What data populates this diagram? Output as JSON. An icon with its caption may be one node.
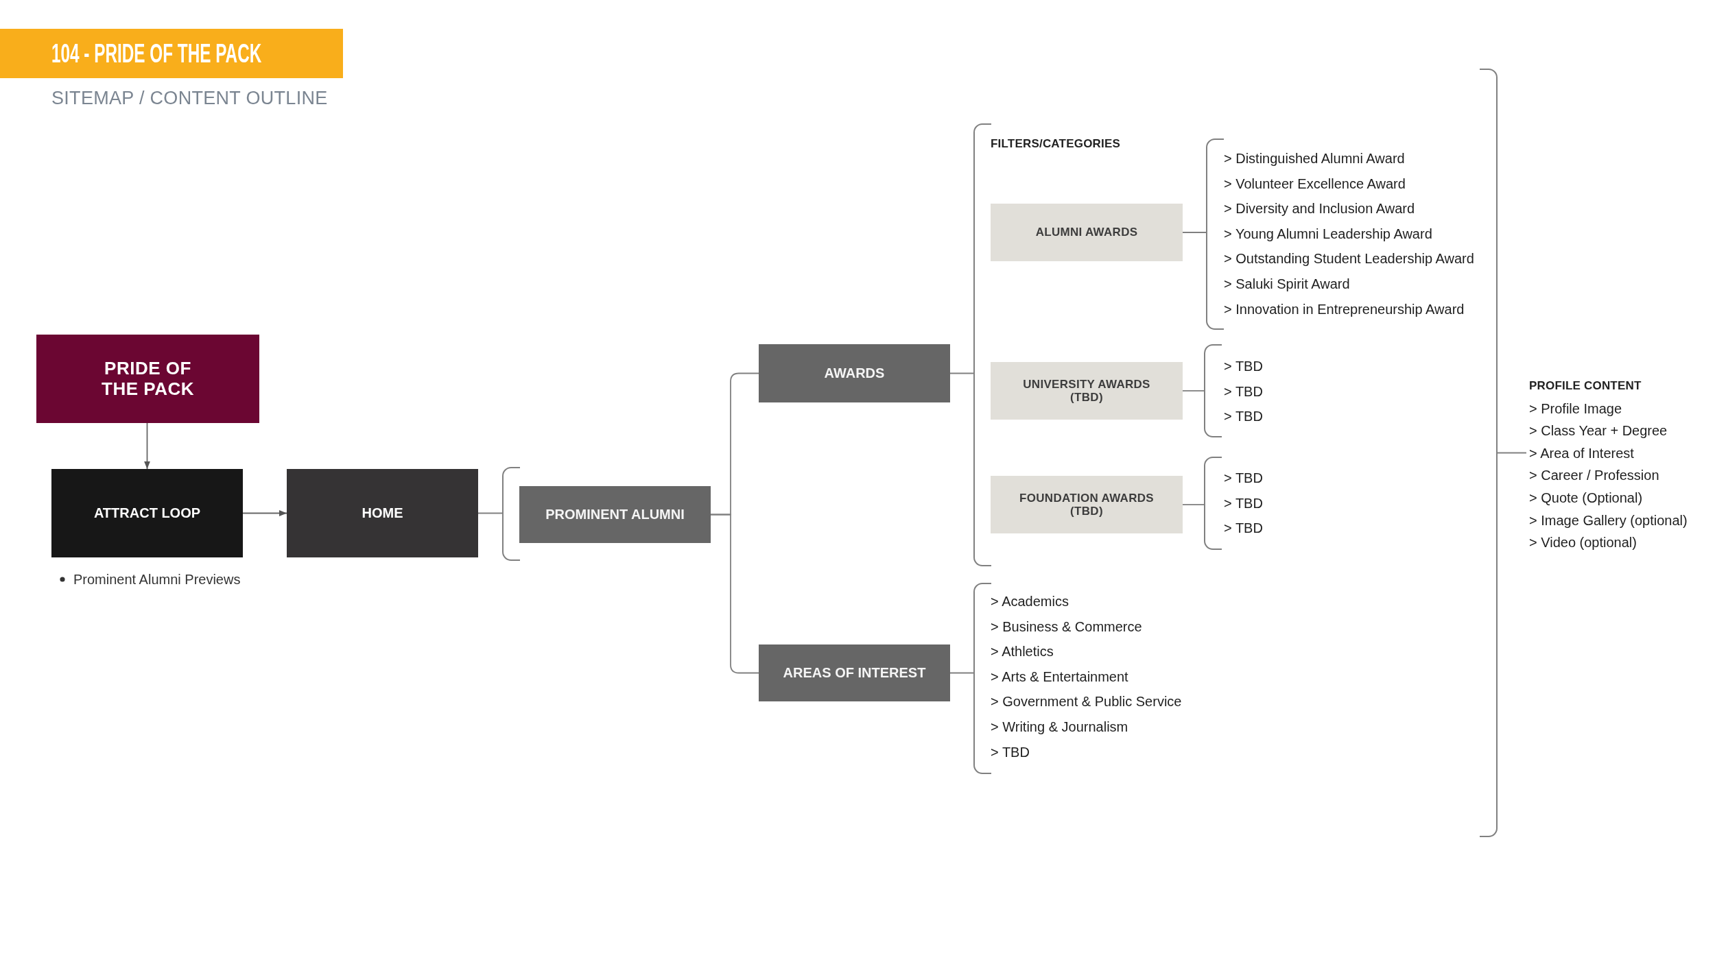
{
  "diagram": {
    "title": "104 - PRIDE OF THE PACK",
    "nodes": [
      {
        "text": [
          "PRIDE OF THE PACK"
        ]
      },
      {
        "text": [
          "ATTRACT LOOP"
        ],
        "beside": [
          "Prominent Alumni Previews"
        ]
      },
      {
        "text": [
          "HOME"
        ]
      },
      {
        "text": [],
        "shape": "bracket"
      },
      {
        "text": [
          "PROMINENT ALUMNI"
        ],
        "in": 3
      },
      {
        "text": [
          "AWARDS"
        ]
      },
      {
        "text": [
          "AREAS OF INTEREST"
        ]
      },
      {
        "text": [],
        "shape": "bracket"
      },
      {
        "text": [
          "FILTERS/CATEGORIES"
        ],
        "in": 7
      },
      {
        "text": [
          "ALUMNI AWARDS"
        ],
        "in": 8
      },
      {
        "text": [
          "> Distinguished Alumni Award",
          "> Volunteer Excellence Award",
          "> Diversity and Inclusion Award",
          "> Young Alumni Leadership Award",
          "> Outstanding Student Leadership Award",
          "> Saluki Spirit Award",
          "> Innovation in Entrepreneurship Award"
        ],
        "in": 8
      },
      {
        "text": [
          "UNIVERSITY AWARDS (TBD)"
        ],
        "in": 8
      },
      {
        "text": [
          "> TBD",
          "> TBD",
          "> TBD"
        ],
        "in": 8
      },
      {
        "text": [
          "FOUNDATION AWARDS (TBD)"
        ],
        "in": 8
      },
      {
        "text": [
          "> TBD",
          "> TBD",
          "> TBD"
        ],
        "in": 8
      },
      {
        "text": [
          "> Academics",
          "> Business & Commerce",
          "> Athletics",
          "> Arts & Entertainment",
          "> Government & Public Service",
          "> Writing & Journalism",
          "> TBD"
        ],
        "in": 7
      },
      {
        "text": [
          "PROFILE CONTENT",
          "> Profile Image",
          "> Class Year + Degree",
          "> Area of Interest",
          "> Career / Profession",
          "> Quote (Optional)",
          "> Image Gallery (optional)",
          "> Video (optional)"
        ]
      }
    ],
    "edges": [
      {
        "from": 0,
        "to": 1,
        "arrow": "to"
      },
      {
        "from": 1,
        "to": 2,
        "arrow": "to"
      },
      {
        "from": 2,
        "to": 3,
        "arrow": "none"
      },
      {
        "from": 4,
        "to": 5,
        "arrow": "none"
      },
      {
        "from": 4,
        "to": 6,
        "arrow": "none"
      },
      {
        "from": 5,
        "to": 8,
        "arrow": "none"
      },
      {
        "from": 9,
        "to": 10,
        "arrow": "none"
      },
      {
        "from": 11,
        "to": 12,
        "arrow": "none"
      },
      {
        "from": 13,
        "to": 14,
        "arrow": "none"
      },
      {
        "from": 6,
        "to": 15,
        "arrow": "none"
      },
      {
        "from": 7,
        "to": 16,
        "arrow": "none"
      }
    ],
    "labels": [
      "SITEMAP / CONTENT OUTLINE"
    ]
  }
}
